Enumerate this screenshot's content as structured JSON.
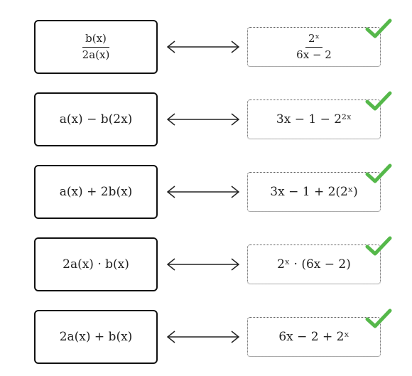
{
  "rows": [
    {
      "left_num": "b(x)",
      "left_den": "2a(x)",
      "right_num": "2ˣ",
      "right_den": "6x − 2",
      "checked": true
    },
    {
      "left": "a(x) − b(2x)",
      "right": "3x − 1 − 2²ˣ",
      "checked": true
    },
    {
      "left": "a(x) + 2b(x)",
      "right": "3x − 1 + 2(2ˣ)",
      "checked": true
    },
    {
      "left": "2a(x) · b(x)",
      "right": "2ˣ · (6x − 2)",
      "checked": true
    },
    {
      "left": "2a(x) + b(x)",
      "right": "6x − 2 + 2ˣ",
      "checked": true
    }
  ],
  "colors": {
    "check": "#55b84a",
    "border": "#111111",
    "dotted_border": "#555555"
  },
  "icons": {
    "connector": "double-arrow-icon",
    "status": "checkmark-icon"
  }
}
